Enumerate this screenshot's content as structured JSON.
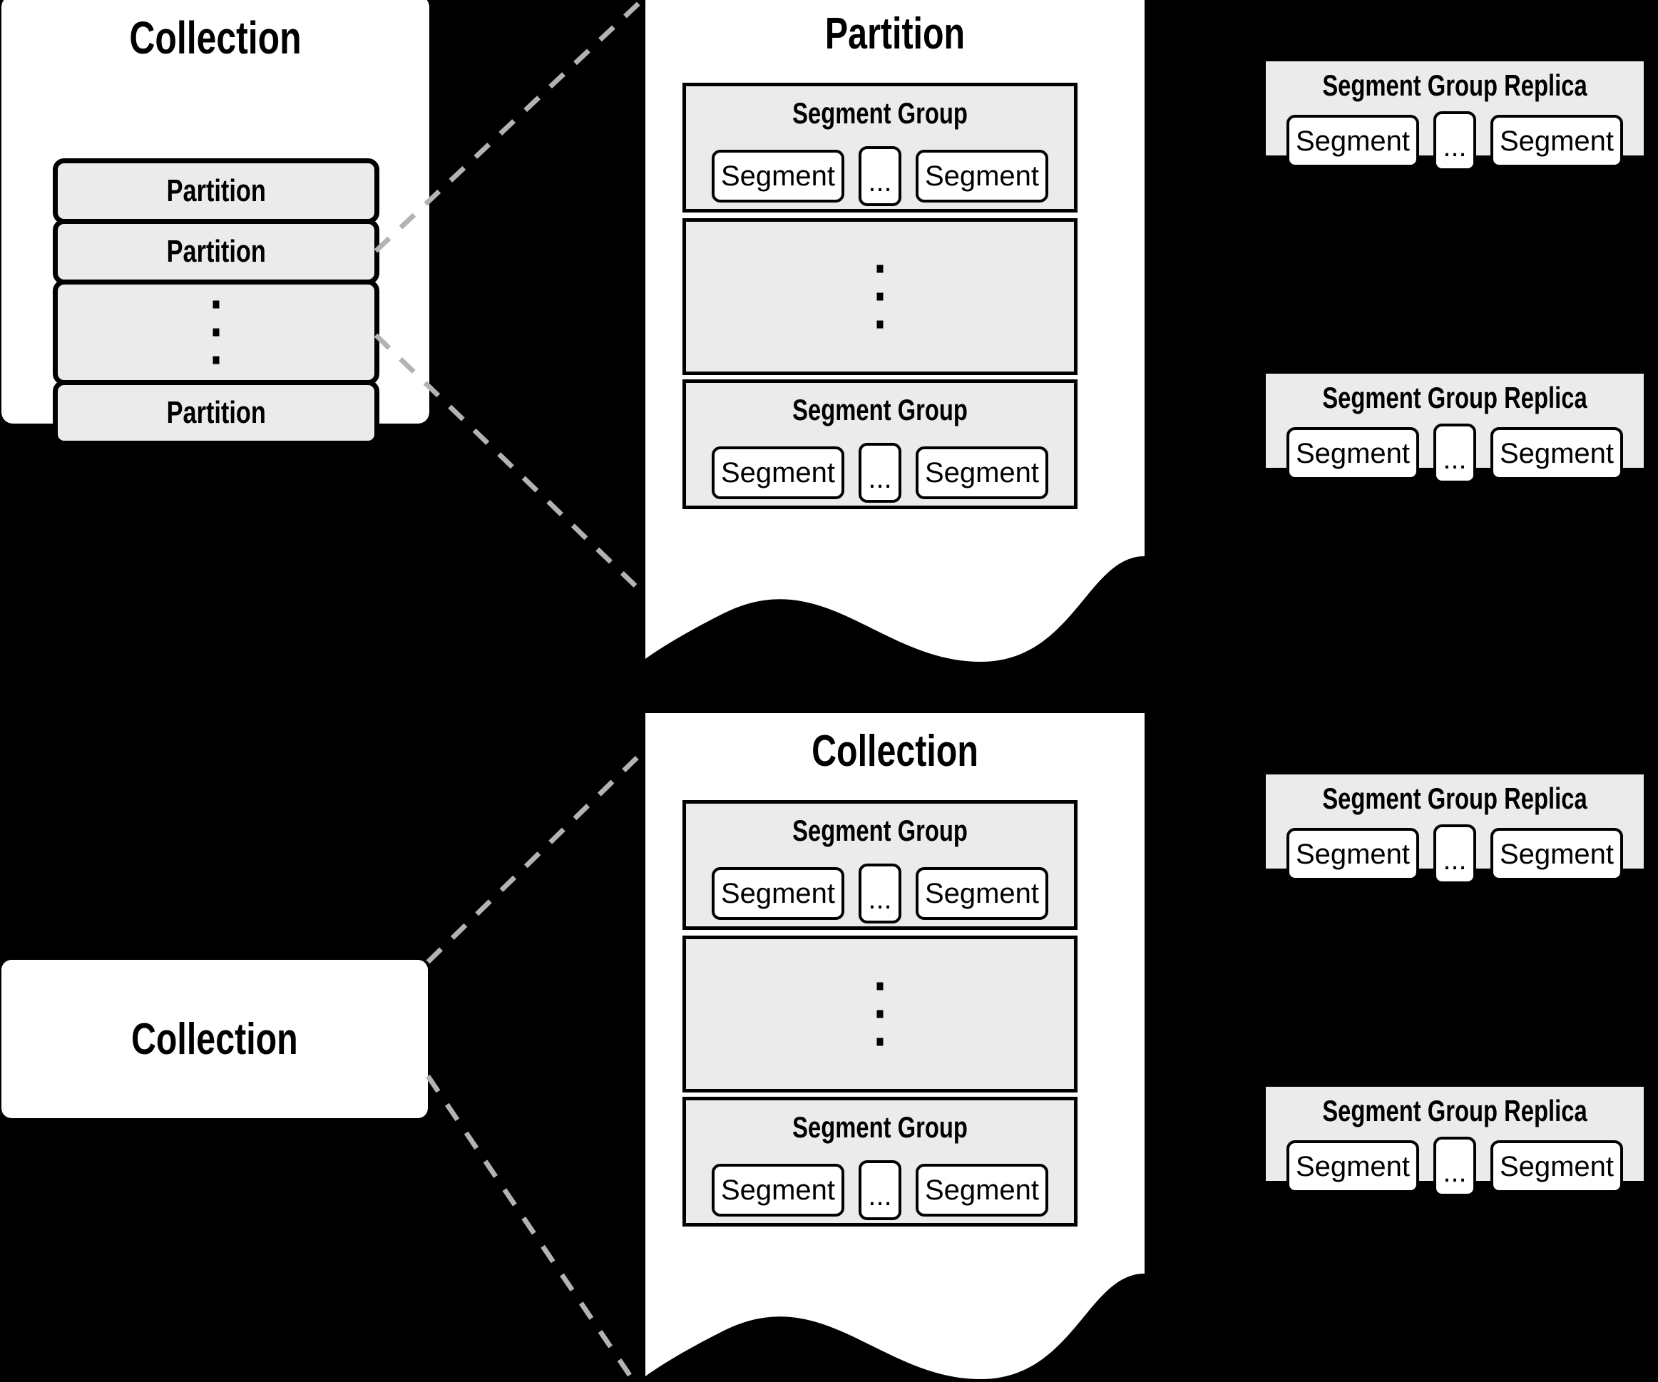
{
  "background_color": "#000000",
  "panel_fill": "#ffffff",
  "box_fill": "#ebebeb",
  "line_color": "#000000",
  "connector_color": "#b3b3b3",
  "labels": {
    "collection": "Collection",
    "partition": "Partition",
    "segment_group": "Segment Group",
    "segment_group_replica": "Segment Group Replica",
    "segment": "Segment",
    "ellipsis": "..."
  },
  "top_row": {
    "source_panel": {
      "title": "Collection",
      "items": [
        {
          "label": "Partition",
          "type": "item"
        },
        {
          "label": "Partition",
          "type": "item"
        },
        {
          "label": "",
          "type": "vertical-ellipsis"
        },
        {
          "label": "Partition",
          "type": "item"
        }
      ]
    },
    "detail_panel": {
      "title": "Partition",
      "torn_bottom": true,
      "groups": [
        {
          "title": "Segment Group",
          "segments": [
            "Segment",
            "...",
            "Segment"
          ]
        },
        {
          "title": "",
          "type": "vertical-ellipsis"
        },
        {
          "title": "Segment Group",
          "segments": [
            "Segment",
            "...",
            "Segment"
          ]
        }
      ]
    },
    "replicas": [
      {
        "title": "Segment Group Replica",
        "segments": [
          "Segment",
          "...",
          "Segment"
        ]
      },
      {
        "title": "Segment Group Replica",
        "segments": [
          "Segment",
          "...",
          "Segment"
        ]
      }
    ]
  },
  "bottom_row": {
    "source_panel": {
      "title": "Collection"
    },
    "detail_panel": {
      "title": "Collection",
      "torn_bottom": true,
      "groups": [
        {
          "title": "Segment Group",
          "segments": [
            "Segment",
            "...",
            "Segment"
          ]
        },
        {
          "title": "",
          "type": "vertical-ellipsis"
        },
        {
          "title": "Segment Group",
          "segments": [
            "Segment",
            "...",
            "Segment"
          ]
        }
      ]
    },
    "replicas": [
      {
        "title": "Segment Group Replica",
        "segments": [
          "Segment",
          "...",
          "Segment"
        ]
      },
      {
        "title": "Segment Group Replica",
        "segments": [
          "Segment",
          "...",
          "Segment"
        ]
      }
    ]
  }
}
